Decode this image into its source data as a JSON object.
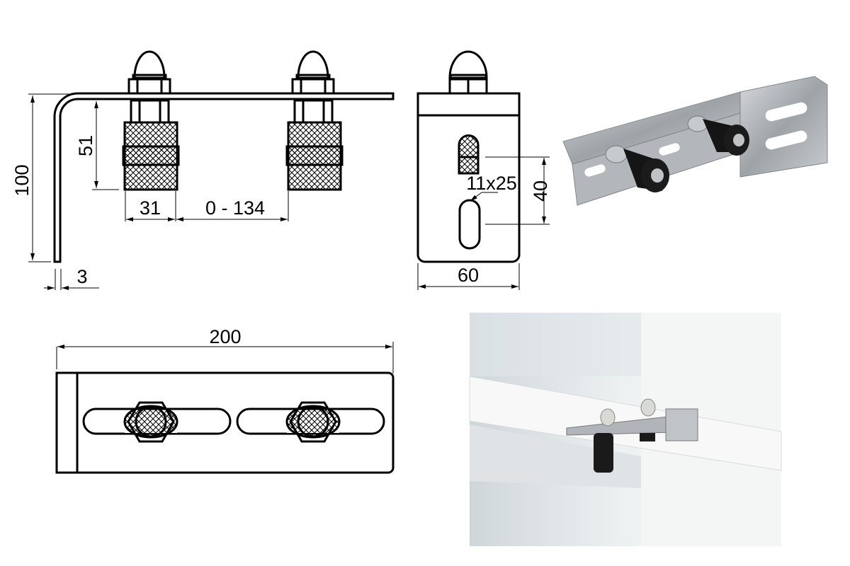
{
  "dimensions": {
    "height_total": "100",
    "roller_height": "51",
    "roller_width": "31",
    "roller_spacing": "0 - 134",
    "thickness": "3",
    "slot_size": "11x25",
    "slot_spacing": "40",
    "width": "60",
    "length": "200"
  },
  "colors": {
    "line": "#000000",
    "metal": "#b8bcc0",
    "roller": "#111111",
    "photo_bg": "#e8ecee"
  }
}
